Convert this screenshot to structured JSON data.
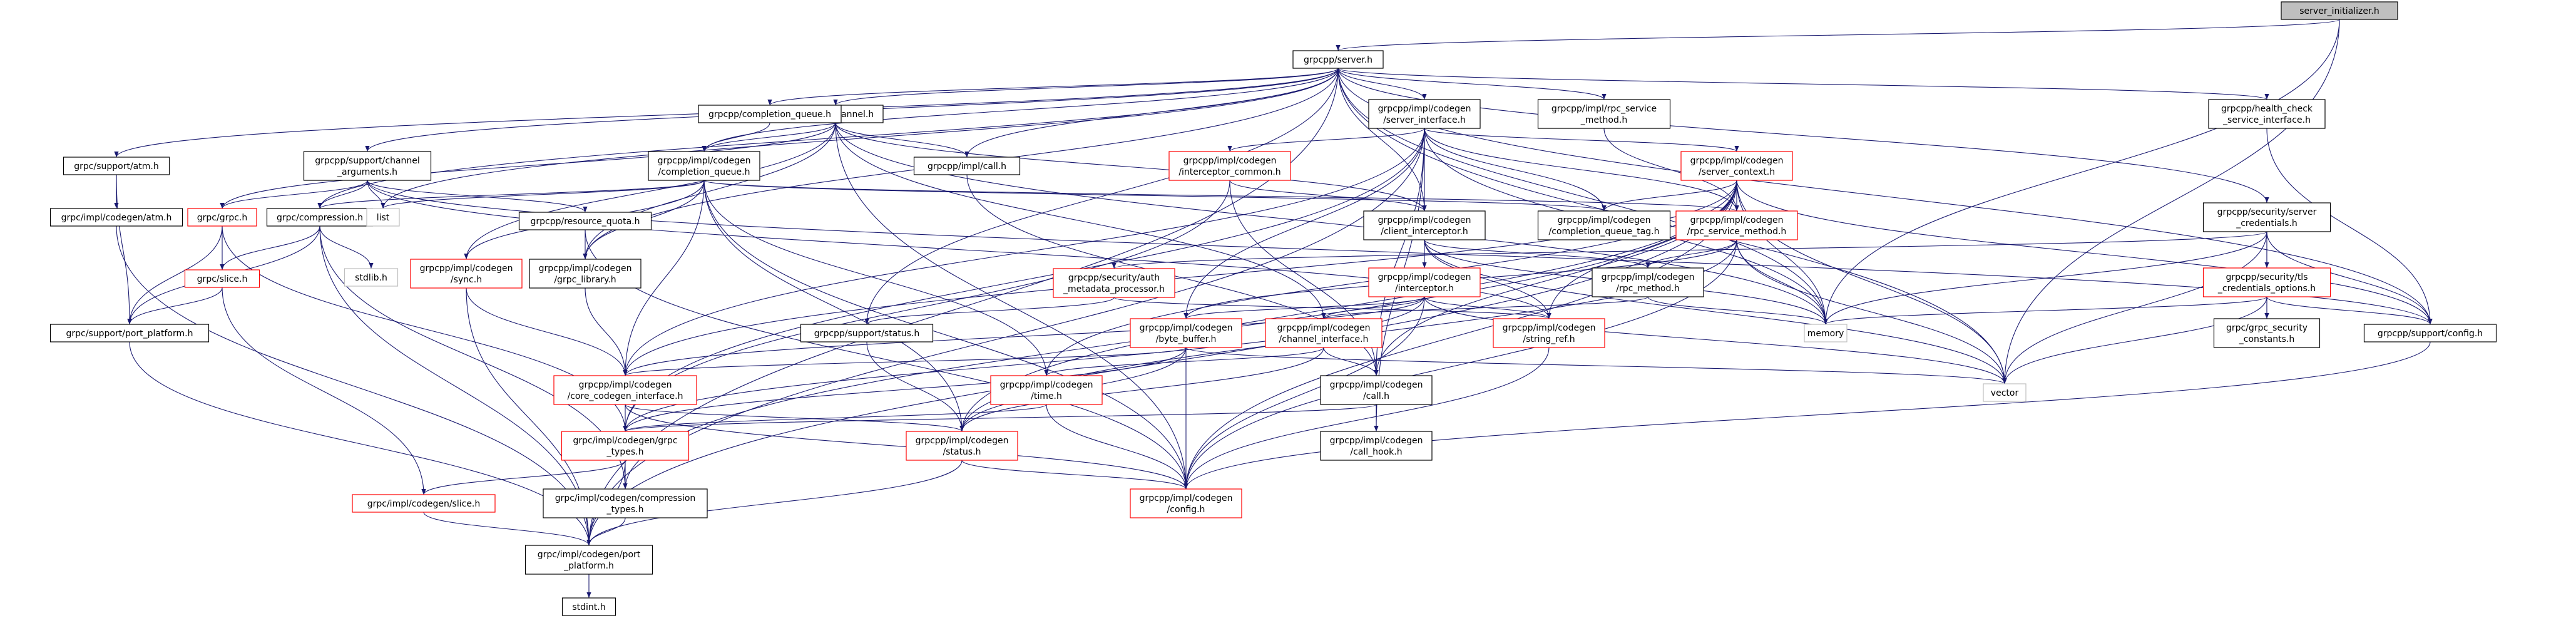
{
  "graph": {
    "style": {
      "node_fill": "#ffffff",
      "node_border": "#000000",
      "highlight_fill": "#bfbfbf",
      "missing_border": "#ff0000",
      "system_border": "#bfbfbf",
      "edge_color": "#191970"
    },
    "nodes": [
      {
        "id": "server_initializer",
        "lines": [
          "server_initializer.h"
        ],
        "kind": "highlight"
      },
      {
        "id": "server",
        "lines": [
          "grpcpp/server.h"
        ],
        "kind": "normal"
      },
      {
        "id": "support_atm",
        "lines": [
          "grpc/support/atm.h"
        ],
        "kind": "normal"
      },
      {
        "id": "support_channel_args",
        "lines": [
          "grpcpp/support/channel",
          "_arguments.h"
        ],
        "kind": "normal"
      },
      {
        "id": "channel",
        "lines": [
          "grpcpp/channel.h"
        ],
        "kind": "normal"
      },
      {
        "id": "completion_queue",
        "lines": [
          "grpcpp/completion_queue.h"
        ],
        "kind": "normal"
      },
      {
        "id": "server_interface",
        "lines": [
          "grpcpp/impl/codegen",
          "/server_interface.h"
        ],
        "kind": "normal"
      },
      {
        "id": "rpc_service_method",
        "lines": [
          "grpcpp/impl/rpc_service",
          "_method.h"
        ],
        "kind": "normal"
      },
      {
        "id": "health_check",
        "lines": [
          "grpcpp/health_check",
          "_service_interface.h"
        ],
        "kind": "normal"
      },
      {
        "id": "codegen_atm",
        "lines": [
          "grpc/impl/codegen/atm.h"
        ],
        "kind": "normal"
      },
      {
        "id": "grpc_h",
        "lines": [
          "grpc/grpc.h"
        ],
        "kind": "missing"
      },
      {
        "id": "compression",
        "lines": [
          "grpc/compression.h"
        ],
        "kind": "normal"
      },
      {
        "id": "list",
        "lines": [
          "list"
        ],
        "kind": "system"
      },
      {
        "id": "codegen_cq",
        "lines": [
          "grpcpp/impl/codegen",
          "/completion_queue.h"
        ],
        "kind": "normal"
      },
      {
        "id": "impl_call",
        "lines": [
          "grpcpp/impl/call.h"
        ],
        "kind": "normal"
      },
      {
        "id": "interceptor_common",
        "lines": [
          "grpcpp/impl/codegen",
          "/interceptor_common.h"
        ],
        "kind": "missing"
      },
      {
        "id": "server_context",
        "lines": [
          "grpcpp/impl/codegen",
          "/server_context.h"
        ],
        "kind": "missing"
      },
      {
        "id": "security_server_creds",
        "lines": [
          "grpcpp/security/server",
          "_credentials.h"
        ],
        "kind": "normal"
      },
      {
        "id": "resource_quota",
        "lines": [
          "grpcpp/resource_quota.h"
        ],
        "kind": "normal"
      },
      {
        "id": "client_interceptor",
        "lines": [
          "grpcpp/impl/codegen",
          "/client_interceptor.h"
        ],
        "kind": "normal"
      },
      {
        "id": "cq_tag",
        "lines": [
          "grpcpp/impl/codegen",
          "/completion_queue_tag.h"
        ],
        "kind": "normal"
      },
      {
        "id": "codegen_rpc_service_method",
        "lines": [
          "grpcpp/impl/codegen",
          "/rpc_service_method.h"
        ],
        "kind": "missing"
      },
      {
        "id": "slice",
        "lines": [
          "grpc/slice.h"
        ],
        "kind": "missing"
      },
      {
        "id": "stdlib",
        "lines": [
          "stdlib.h"
        ],
        "kind": "system"
      },
      {
        "id": "sync",
        "lines": [
          "grpcpp/impl/codegen",
          "/sync.h"
        ],
        "kind": "missing"
      },
      {
        "id": "grpc_library",
        "lines": [
          "grpcpp/impl/codegen",
          "/grpc_library.h"
        ],
        "kind": "normal"
      },
      {
        "id": "auth_metadata",
        "lines": [
          "grpcpp/security/auth",
          "_metadata_processor.h"
        ],
        "kind": "missing"
      },
      {
        "id": "interceptor",
        "lines": [
          "grpcpp/impl/codegen",
          "/interceptor.h"
        ],
        "kind": "missing"
      },
      {
        "id": "codegen_rpc_method",
        "lines": [
          "grpcpp/impl/codegen",
          "/rpc_method.h"
        ],
        "kind": "normal"
      },
      {
        "id": "tls_options",
        "lines": [
          "grpcpp/security/tls",
          "_credentials_options.h"
        ],
        "kind": "missing"
      },
      {
        "id": "support_port_platform",
        "lines": [
          "grpc/support/port_platform.h"
        ],
        "kind": "normal"
      },
      {
        "id": "support_status",
        "lines": [
          "grpcpp/support/status.h"
        ],
        "kind": "normal"
      },
      {
        "id": "byte_buffer",
        "lines": [
          "grpcpp/impl/codegen",
          "/byte_buffer.h"
        ],
        "kind": "missing"
      },
      {
        "id": "channel_interface",
        "lines": [
          "grpcpp/impl/codegen",
          "/channel_interface.h"
        ],
        "kind": "missing"
      },
      {
        "id": "string_ref",
        "lines": [
          "grpcpp/impl/codegen",
          "/string_ref.h"
        ],
        "kind": "missing"
      },
      {
        "id": "memory",
        "lines": [
          "memory"
        ],
        "kind": "system"
      },
      {
        "id": "grpc_security_constants",
        "lines": [
          "grpc/grpc_security",
          "_constants.h"
        ],
        "kind": "normal"
      },
      {
        "id": "support_config",
        "lines": [
          "grpcpp/support/config.h"
        ],
        "kind": "normal"
      },
      {
        "id": "core_codegen_interface",
        "lines": [
          "grpcpp/impl/codegen",
          "/core_codegen_interface.h"
        ],
        "kind": "missing"
      },
      {
        "id": "codegen_time",
        "lines": [
          "grpcpp/impl/codegen",
          "/time.h"
        ],
        "kind": "missing"
      },
      {
        "id": "codegen_call",
        "lines": [
          "grpcpp/impl/codegen",
          "/call.h"
        ],
        "kind": "normal"
      },
      {
        "id": "vector",
        "lines": [
          "vector"
        ],
        "kind": "system"
      },
      {
        "id": "grpc_types",
        "lines": [
          "grpc/impl/codegen/grpc",
          "_types.h"
        ],
        "kind": "missing"
      },
      {
        "id": "codegen_status",
        "lines": [
          "grpcpp/impl/codegen",
          "/status.h"
        ],
        "kind": "missing"
      },
      {
        "id": "call_hook",
        "lines": [
          "grpcpp/impl/codegen",
          "/call_hook.h"
        ],
        "kind": "normal"
      },
      {
        "id": "codegen_slice",
        "lines": [
          "grpc/impl/codegen/slice.h"
        ],
        "kind": "missing"
      },
      {
        "id": "compression_types",
        "lines": [
          "grpc/impl/codegen/compression",
          "_types.h"
        ],
        "kind": "normal"
      },
      {
        "id": "codegen_config",
        "lines": [
          "grpcpp/impl/codegen",
          "/config.h"
        ],
        "kind": "missing"
      },
      {
        "id": "port_platform",
        "lines": [
          "grpc/impl/codegen/port",
          "_platform.h"
        ],
        "kind": "normal"
      },
      {
        "id": "stdint",
        "lines": [
          "stdint.h"
        ],
        "kind": "normal"
      }
    ],
    "edges": [
      [
        "server_initializer",
        "server"
      ],
      [
        "server_initializer",
        "memory"
      ],
      [
        "server_initializer",
        "vector"
      ],
      [
        "server",
        "support_atm"
      ],
      [
        "server",
        "support_channel_args"
      ],
      [
        "server",
        "channel"
      ],
      [
        "server",
        "completion_queue"
      ],
      [
        "server",
        "server_interface"
      ],
      [
        "server",
        "rpc_service_method"
      ],
      [
        "server",
        "health_check"
      ],
      [
        "server",
        "compression"
      ],
      [
        "server",
        "list"
      ],
      [
        "server",
        "codegen_cq"
      ],
      [
        "server",
        "impl_call"
      ],
      [
        "server",
        "client_interceptor"
      ],
      [
        "server",
        "security_server_creds"
      ],
      [
        "server",
        "grpc_library"
      ],
      [
        "server",
        "support_status"
      ],
      [
        "server",
        "memory"
      ],
      [
        "server",
        "vector"
      ],
      [
        "server",
        "support_config"
      ],
      [
        "server",
        "port_platform"
      ],
      [
        "support_atm",
        "codegen_atm"
      ],
      [
        "support_atm",
        "support_port_platform"
      ],
      [
        "support_channel_args",
        "grpc_h"
      ],
      [
        "support_channel_args",
        "compression"
      ],
      [
        "support_channel_args",
        "list"
      ],
      [
        "support_channel_args",
        "resource_quota"
      ],
      [
        "support_channel_args",
        "string_ref"
      ],
      [
        "support_channel_args",
        "support_config"
      ],
      [
        "channel",
        "grpc_h"
      ],
      [
        "channel",
        "codegen_cq"
      ],
      [
        "channel",
        "impl_call"
      ],
      [
        "channel",
        "client_interceptor"
      ],
      [
        "channel",
        "channel_interface"
      ],
      [
        "channel",
        "sync"
      ],
      [
        "channel",
        "grpc_library"
      ],
      [
        "channel",
        "codegen_config"
      ],
      [
        "channel",
        "memory"
      ],
      [
        "completion_queue",
        "codegen_cq"
      ],
      [
        "server_interface",
        "interceptor_common"
      ],
      [
        "server_interface",
        "server_context"
      ],
      [
        "server_interface",
        "codegen_rpc_service_method"
      ],
      [
        "server_interface",
        "cq_tag"
      ],
      [
        "server_interface",
        "client_interceptor"
      ],
      [
        "server_interface",
        "core_codegen_interface"
      ],
      [
        "server_interface",
        "byte_buffer"
      ],
      [
        "server_interface",
        "codegen_call"
      ],
      [
        "server_interface",
        "call_hook"
      ],
      [
        "server_interface",
        "grpc_types"
      ],
      [
        "server_interface",
        "port_platform"
      ],
      [
        "server_interface",
        "memory"
      ],
      [
        "rpc_service_method",
        "codegen_rpc_service_method"
      ],
      [
        "health_check",
        "support_config"
      ],
      [
        "codegen_atm",
        "port_platform"
      ],
      [
        "grpc_h",
        "slice"
      ],
      [
        "grpc_h",
        "support_port_platform"
      ],
      [
        "grpc_h",
        "grpc_types"
      ],
      [
        "compression",
        "slice"
      ],
      [
        "compression",
        "stdlib"
      ],
      [
        "compression",
        "support_port_platform"
      ],
      [
        "compression",
        "compression_types"
      ],
      [
        "compression",
        "port_platform"
      ],
      [
        "codegen_cq",
        "list"
      ],
      [
        "codegen_cq",
        "cq_tag"
      ],
      [
        "codegen_cq",
        "sync"
      ],
      [
        "codegen_cq",
        "grpc_library"
      ],
      [
        "codegen_cq",
        "codegen_time"
      ],
      [
        "codegen_cq",
        "core_codegen_interface"
      ],
      [
        "codegen_cq",
        "codegen_status"
      ],
      [
        "codegen_cq",
        "compression"
      ],
      [
        "codegen_cq",
        "codegen_rpc_service_method"
      ],
      [
        "codegen_cq",
        "codegen_config"
      ],
      [
        "impl_call",
        "codegen_call"
      ],
      [
        "interceptor_common",
        "client_interceptor"
      ],
      [
        "interceptor_common",
        "codegen_call"
      ],
      [
        "interceptor_common",
        "grpc_types"
      ],
      [
        "server_context",
        "cq_tag"
      ],
      [
        "server_context",
        "codegen_rpc_service_method"
      ],
      [
        "server_context",
        "string_ref"
      ],
      [
        "server_context",
        "memory"
      ],
      [
        "server_context",
        "vector"
      ],
      [
        "server_context",
        "codegen_status"
      ],
      [
        "server_context",
        "codegen_time"
      ],
      [
        "server_context",
        "codegen_call"
      ],
      [
        "server_context",
        "compression_types"
      ],
      [
        "server_context",
        "codegen_config"
      ],
      [
        "server_context",
        "support_config"
      ],
      [
        "server_context",
        "port_platform"
      ],
      [
        "server_context",
        "core_codegen_interface"
      ],
      [
        "security_server_creds",
        "auth_metadata"
      ],
      [
        "security_server_creds",
        "tls_options"
      ],
      [
        "security_server_creds",
        "grpc_security_constants"
      ],
      [
        "security_server_creds",
        "support_config"
      ],
      [
        "security_server_creds",
        "memory"
      ],
      [
        "security_server_creds",
        "vector"
      ],
      [
        "resource_quota",
        "grpc_library"
      ],
      [
        "resource_quota",
        "codegen_config"
      ],
      [
        "client_interceptor",
        "interceptor"
      ],
      [
        "client_interceptor",
        "codegen_rpc_method"
      ],
      [
        "client_interceptor",
        "string_ref"
      ],
      [
        "client_interceptor",
        "memory"
      ],
      [
        "client_interceptor",
        "vector"
      ],
      [
        "codegen_rpc_service_method",
        "codegen_rpc_method"
      ],
      [
        "codegen_rpc_service_method",
        "byte_buffer"
      ],
      [
        "codegen_rpc_service_method",
        "codegen_status"
      ],
      [
        "codegen_rpc_service_method",
        "memory"
      ],
      [
        "codegen_rpc_service_method",
        "vector"
      ],
      [
        "codegen_rpc_service_method",
        "codegen_config"
      ],
      [
        "slice",
        "support_port_platform"
      ],
      [
        "slice",
        "codegen_slice"
      ],
      [
        "sync",
        "core_codegen_interface"
      ],
      [
        "sync",
        "port_platform"
      ],
      [
        "grpc_library",
        "core_codegen_interface"
      ],
      [
        "auth_metadata",
        "support_status"
      ],
      [
        "auth_metadata",
        "string_ref"
      ],
      [
        "interceptor",
        "byte_buffer"
      ],
      [
        "interceptor",
        "channel_interface"
      ],
      [
        "interceptor",
        "string_ref"
      ],
      [
        "interceptor",
        "core_codegen_interface"
      ],
      [
        "interceptor",
        "grpc_types"
      ],
      [
        "interceptor",
        "codegen_config"
      ],
      [
        "interceptor",
        "vector"
      ],
      [
        "codegen_rpc_method",
        "channel_interface"
      ],
      [
        "codegen_rpc_method",
        "memory"
      ],
      [
        "tls_options",
        "grpc_security_constants"
      ],
      [
        "tls_options",
        "support_config"
      ],
      [
        "tls_options",
        "memory"
      ],
      [
        "tls_options",
        "vector"
      ],
      [
        "support_port_platform",
        "port_platform"
      ],
      [
        "support_status",
        "codegen_status"
      ],
      [
        "byte_buffer",
        "core_codegen_interface"
      ],
      [
        "byte_buffer",
        "grpc_types"
      ],
      [
        "byte_buffer",
        "codegen_status"
      ],
      [
        "byte_buffer",
        "codegen_config"
      ],
      [
        "byte_buffer",
        "vector"
      ],
      [
        "channel_interface",
        "codegen_call"
      ],
      [
        "channel_interface",
        "codegen_status"
      ],
      [
        "channel_interface",
        "codegen_time"
      ],
      [
        "string_ref",
        "codegen_config"
      ],
      [
        "support_config",
        "codegen_config"
      ],
      [
        "core_codegen_interface",
        "grpc_types"
      ],
      [
        "core_codegen_interface",
        "codegen_status"
      ],
      [
        "core_codegen_interface",
        "codegen_config"
      ],
      [
        "codegen_time",
        "grpc_types"
      ],
      [
        "codegen_time",
        "codegen_config"
      ],
      [
        "codegen_call",
        "call_hook"
      ],
      [
        "codegen_call",
        "grpc_types"
      ],
      [
        "grpc_types",
        "codegen_slice"
      ],
      [
        "grpc_types",
        "compression_types"
      ],
      [
        "grpc_types",
        "port_platform"
      ],
      [
        "codegen_status",
        "codegen_config"
      ],
      [
        "codegen_status",
        "port_platform"
      ],
      [
        "codegen_slice",
        "port_platform"
      ],
      [
        "compression_types",
        "port_platform"
      ],
      [
        "port_platform",
        "stdint"
      ]
    ]
  }
}
